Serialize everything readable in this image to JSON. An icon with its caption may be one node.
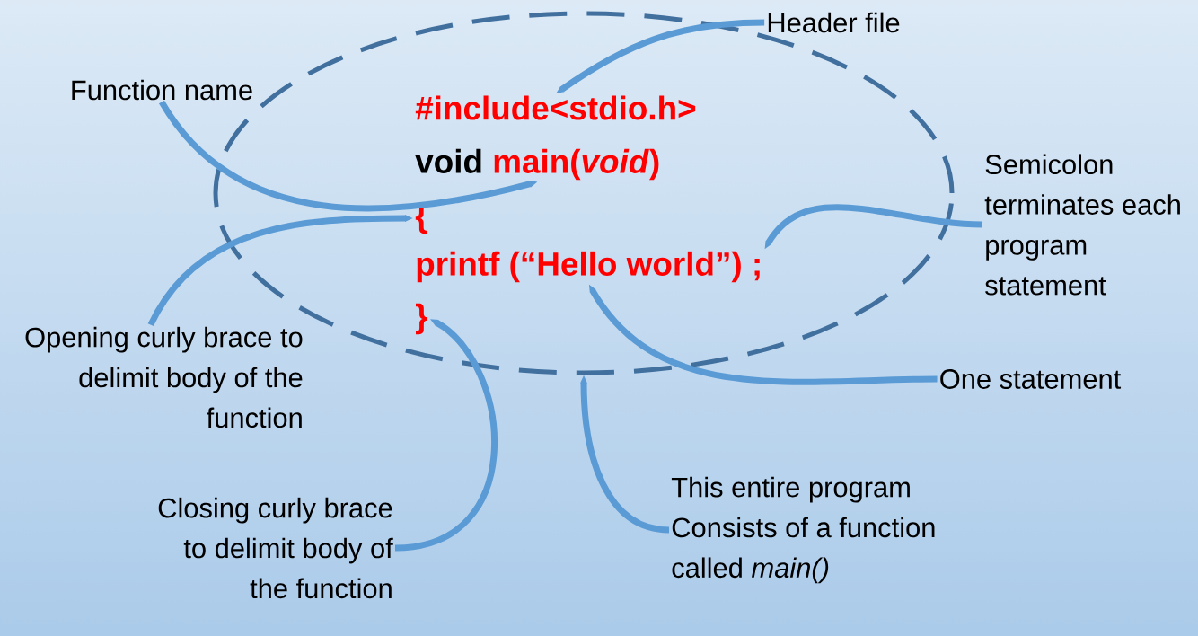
{
  "diagram": {
    "nodes": [
      {
        "text": [],
        "shape": "ellipse"
      },
      {
        "text": [
          "#include<stdio.h>"
        ],
        "in": 0
      },
      {
        "text": [
          "void",
          "main(*void*)"
        ],
        "in": 0
      },
      {
        "text": [
          "{"
        ],
        "in": 0
      },
      {
        "text": [
          "printf (“Hello world”) ;"
        ],
        "in": 0
      },
      {
        "text": [
          "}"
        ],
        "in": 0
      },
      {
        "text": [
          "Header file"
        ]
      },
      {
        "text": [
          "Function name"
        ]
      },
      {
        "text": [
          "Semicolon terminates each program statement"
        ]
      },
      {
        "text": [
          "Opening curly brace to delimit body of the function"
        ]
      },
      {
        "text": [
          "One statement"
        ]
      },
      {
        "text": [
          "Closing curly brace to delimit body of the function"
        ]
      },
      {
        "text": [
          "This entire program Consists of a function called *main()*"
        ]
      }
    ],
    "edges": [
      {
        "from": 6,
        "to": 1,
        "arrow": "to"
      },
      {
        "from": 7,
        "to": 2,
        "arrow": "to"
      },
      {
        "from": 9,
        "to": 3,
        "arrow": "to"
      },
      {
        "from": 8,
        "to": 4,
        "arrow": "to"
      },
      {
        "from": 10,
        "to": 4,
        "arrow": "to"
      },
      {
        "from": 11,
        "to": 5,
        "arrow": "to"
      },
      {
        "from": 12,
        "to": 0,
        "arrow": "to"
      }
    ]
  }
}
